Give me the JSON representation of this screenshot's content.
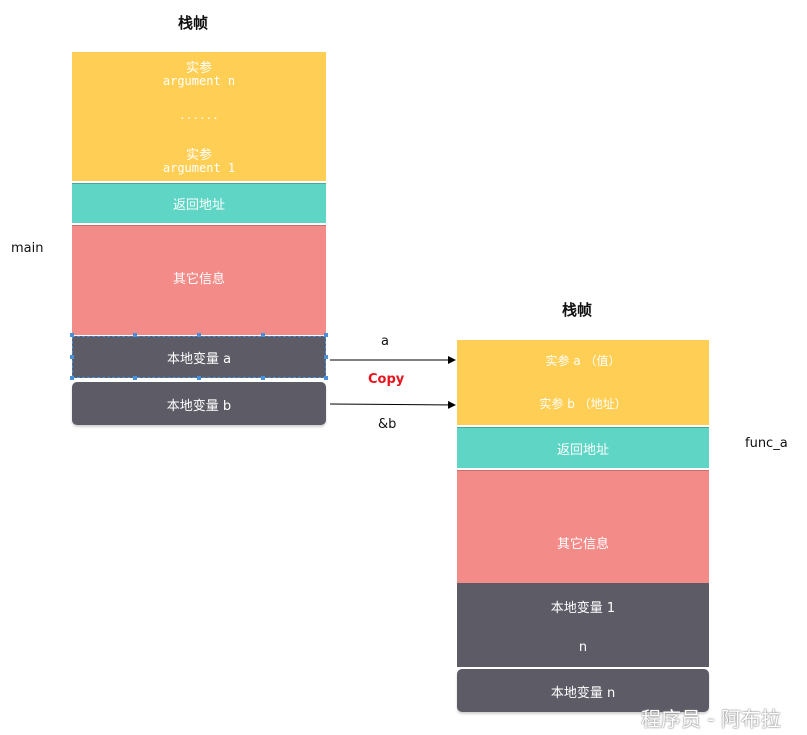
{
  "left_stack": {
    "title": "栈帧",
    "label": "main",
    "arg_n_label": "实参",
    "arg_n_name": "argument n",
    "dots": "......",
    "arg_1_label": "实参",
    "arg_1_name": "argument 1",
    "return_address": "返回地址",
    "other_info": "其它信息",
    "local_a": "本地变量 a",
    "local_b": "本地变量 b"
  },
  "right_stack": {
    "title": "栈帧",
    "label": "func_a",
    "arg_a": "实参 a （值）",
    "arg_b": "实参 b （地址）",
    "return_address": "返回地址",
    "other_info": "其它信息",
    "local_1": "本地变量 1",
    "local_dots": "n",
    "local_n": "本地变量 n"
  },
  "arrows": {
    "a_label": "a",
    "copy_label": "Copy",
    "b_label": "&b"
  },
  "colors": {
    "argument": "#ffce55",
    "return_address": "#5fd6c5",
    "other_info": "#f38b88",
    "local_variable": "#5d5b66",
    "copy_text": "#e8141e"
  },
  "watermark": "程序员 - 阿布拉"
}
